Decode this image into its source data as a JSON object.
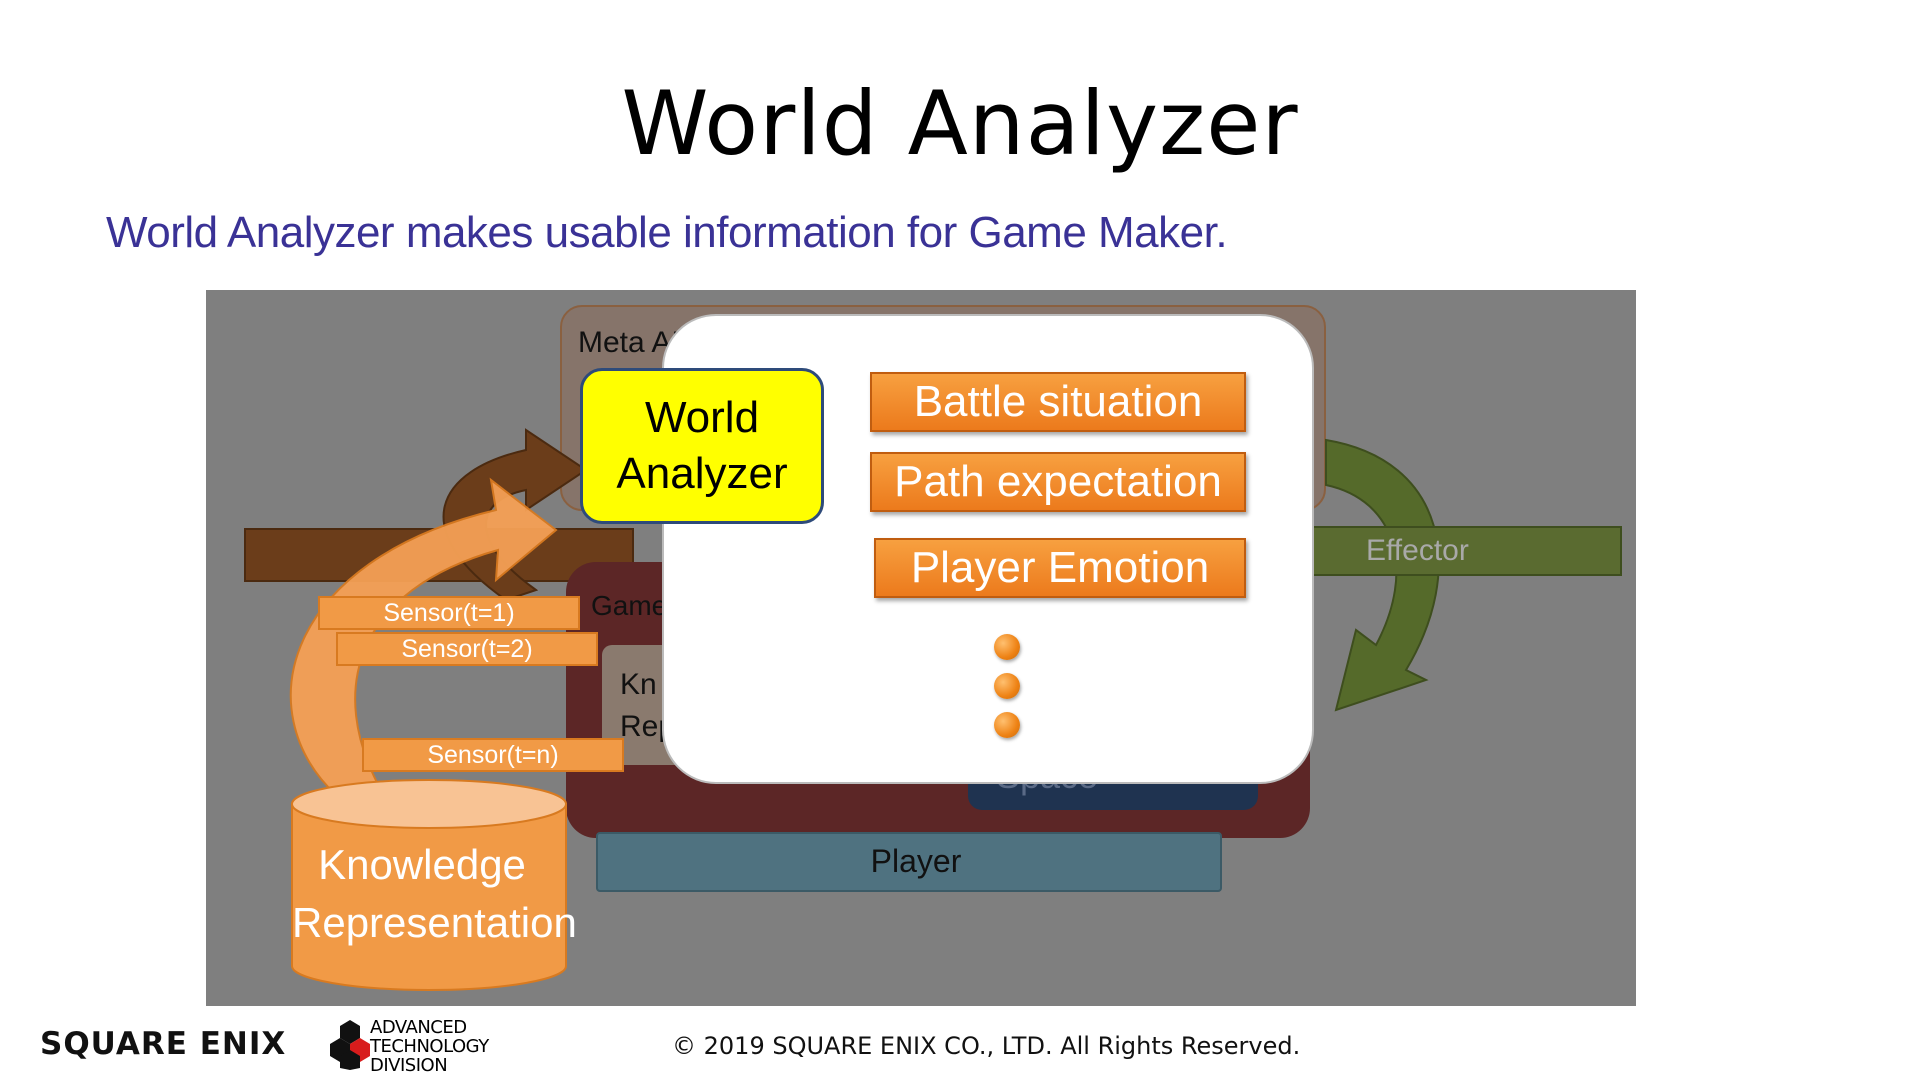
{
  "slide": {
    "title": "World Analyzer",
    "subtitle": "World Analyzer makes usable information for Game Maker."
  },
  "diagram": {
    "meta_ai_label": "Meta AI",
    "game_label": "Game",
    "knowledge_rep_small_label": "Kn Rep",
    "space_label": "Space",
    "effector_label": "Effector",
    "player_label": "Player",
    "world_analyzer_label": "World Analyzer",
    "outputs": [
      "Battle situation",
      "Path expectation",
      "Player Emotion"
    ],
    "sensors": [
      "Sensor(t=1)",
      "Sensor(t=2)",
      "Sensor(t=n)"
    ],
    "knowledge_representation_label": "Knowledge Representation",
    "colors": {
      "background": "#7f7f7f",
      "world_analyzer_fill": "#ffff00",
      "output_fill": "#ec7a1c",
      "sensor_fill": "#f19a46",
      "game_fill": "#5c2626",
      "effector_fill": "#5a6b30"
    }
  },
  "footer": {
    "company_logo": "SQUARE ENIX",
    "division_line1": "ADVANCED",
    "division_line2": "TECHNOLOGY",
    "division_line3": "DIVISION",
    "copyright": "© 2019 SQUARE ENIX CO., LTD. All Rights Reserved."
  }
}
